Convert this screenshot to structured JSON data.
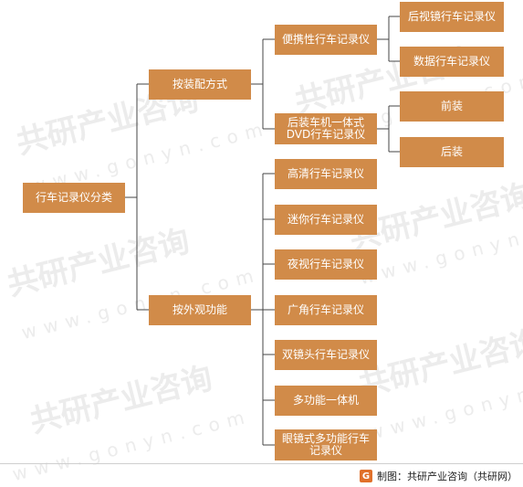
{
  "diagram": {
    "root": "行车记录仪分类",
    "level1": [
      "按装配方式",
      "按外观功能"
    ],
    "assembly_types": [
      "便携性行车记录仪",
      "后装车机一体式DVD行车记录仪"
    ],
    "portable_types": [
      "后视镜行车记录仪",
      "数据行车记录仪"
    ],
    "aftermarket_types": [
      "前装",
      "后装"
    ],
    "appearance_types": [
      "高清行车记录仪",
      "迷你行车记录仪",
      "夜视行车记录仪",
      "广角行车记录仪",
      "双镜头行车记录仪",
      "多功能一体机",
      "眼镜式多功能行车记录仪"
    ]
  },
  "footer": {
    "credit": "制图：共研产业咨询（共研网）",
    "logo": "G"
  },
  "watermark": {
    "brand": "共研产业咨询",
    "domain": "www.gonyn.com"
  },
  "colors": {
    "node": "#d18b49",
    "line": "#444444",
    "text": "#ffffff"
  }
}
